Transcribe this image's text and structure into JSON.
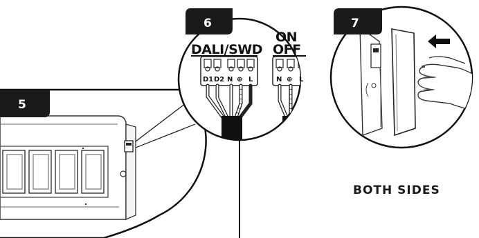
{
  "steps": {
    "step5": {
      "number": "5"
    },
    "step6": {
      "number": "6",
      "left_terminal_title": "DALI/SWD",
      "left_terminal_pins": [
        "D1",
        "D2",
        "N",
        "⊕",
        "L"
      ],
      "right_terminal_title_top": "ON",
      "right_terminal_title_bottom": "OFF",
      "right_terminal_pins": [
        "N",
        "⊕",
        "L"
      ]
    },
    "step7": {
      "number": "7"
    }
  },
  "note": "BOTH SIDES",
  "icons": [
    "push-arrow-icon",
    "hand-icon",
    "ground-symbol-icon"
  ],
  "colors": {
    "ink": "#111111",
    "badge": "#1a1a1a",
    "paper": "#ffffff"
  }
}
